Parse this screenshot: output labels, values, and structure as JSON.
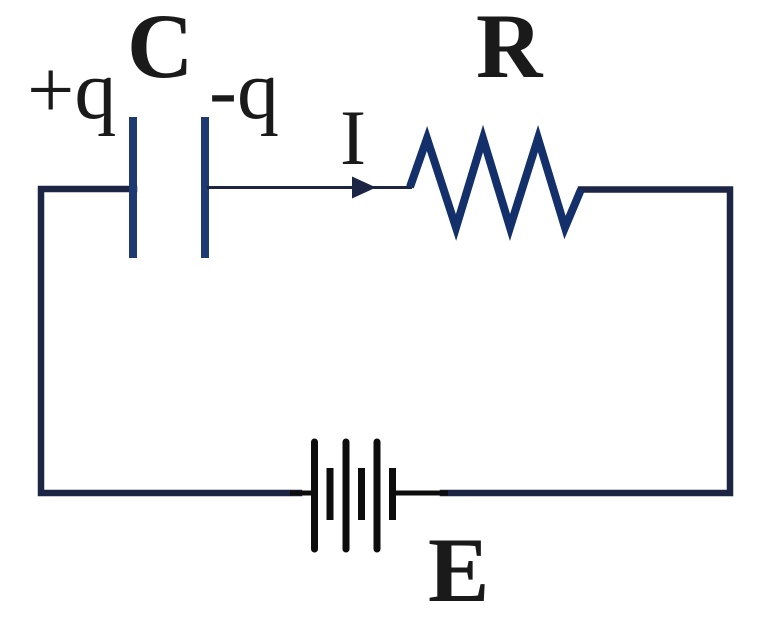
{
  "figure_type": "circuit-diagram",
  "labels": {
    "capacitor": "C",
    "charge_positive": "+q",
    "charge_negative": "-q",
    "current": "I",
    "resistor": "R",
    "emf": "E"
  },
  "components": [
    {
      "name": "capacitor",
      "symbol": "parallel-plate-capacitor",
      "label": "C",
      "plate_charges": [
        "+q",
        "-q"
      ]
    },
    {
      "name": "resistor",
      "symbol": "zigzag-resistor",
      "label": "R"
    },
    {
      "name": "battery",
      "symbol": "multi-cell-battery",
      "label": "E",
      "cells": 3
    },
    {
      "name": "current-arrow",
      "symbol": "arrow-right",
      "label": "I",
      "direction": "right"
    }
  ],
  "colors": {
    "wire": "#1d2545",
    "resistor": "#14306b",
    "capacitor_plate": "#1d3a72",
    "battery": "#0d0d0d",
    "text": "#1a1a1a",
    "background": "#ffffff"
  }
}
